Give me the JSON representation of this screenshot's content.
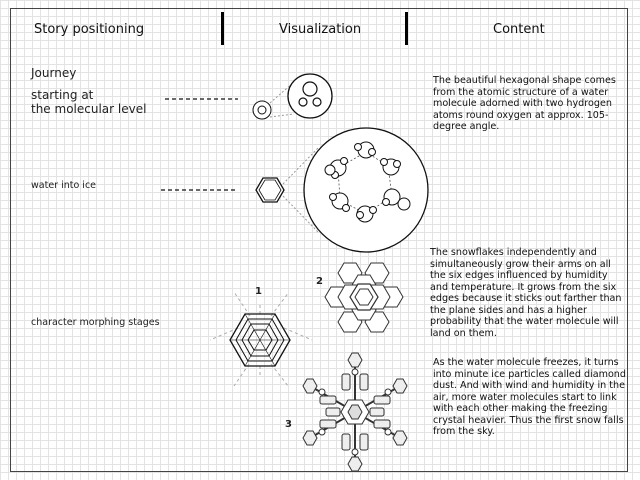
{
  "headers": {
    "story_positioning": "Story positioning",
    "visualization": "Visualization",
    "content": "Content"
  },
  "story": {
    "journey": "Journey",
    "molecular_line1": "starting at",
    "molecular_line2": "the molecular level",
    "water_into_ice": "water into ice",
    "morphing": "character morphing stages"
  },
  "stages": {
    "one": "1",
    "two": "2",
    "three": "3"
  },
  "content": {
    "p1": "The beautiful hexagonal shape comes from the atomic structure of a water molecule adorned with two hydrogen atoms round oxygen at approx. 105-degree angle.",
    "p2": "The snowflakes independently and simultaneously grow their arms on all the six edges influenced by humidity and temperature. It grows from the six edges because it sticks out farther than the plane sides and has a higher probability that the water molecule will land on them.",
    "p3": "As the water molecule freezes, it turns into minute ice particles called diamond dust. And with wind and humidity in the air, more water molecules start to link with each other making the freezing crystal heavier. Thus the first snow falls from the sky."
  }
}
